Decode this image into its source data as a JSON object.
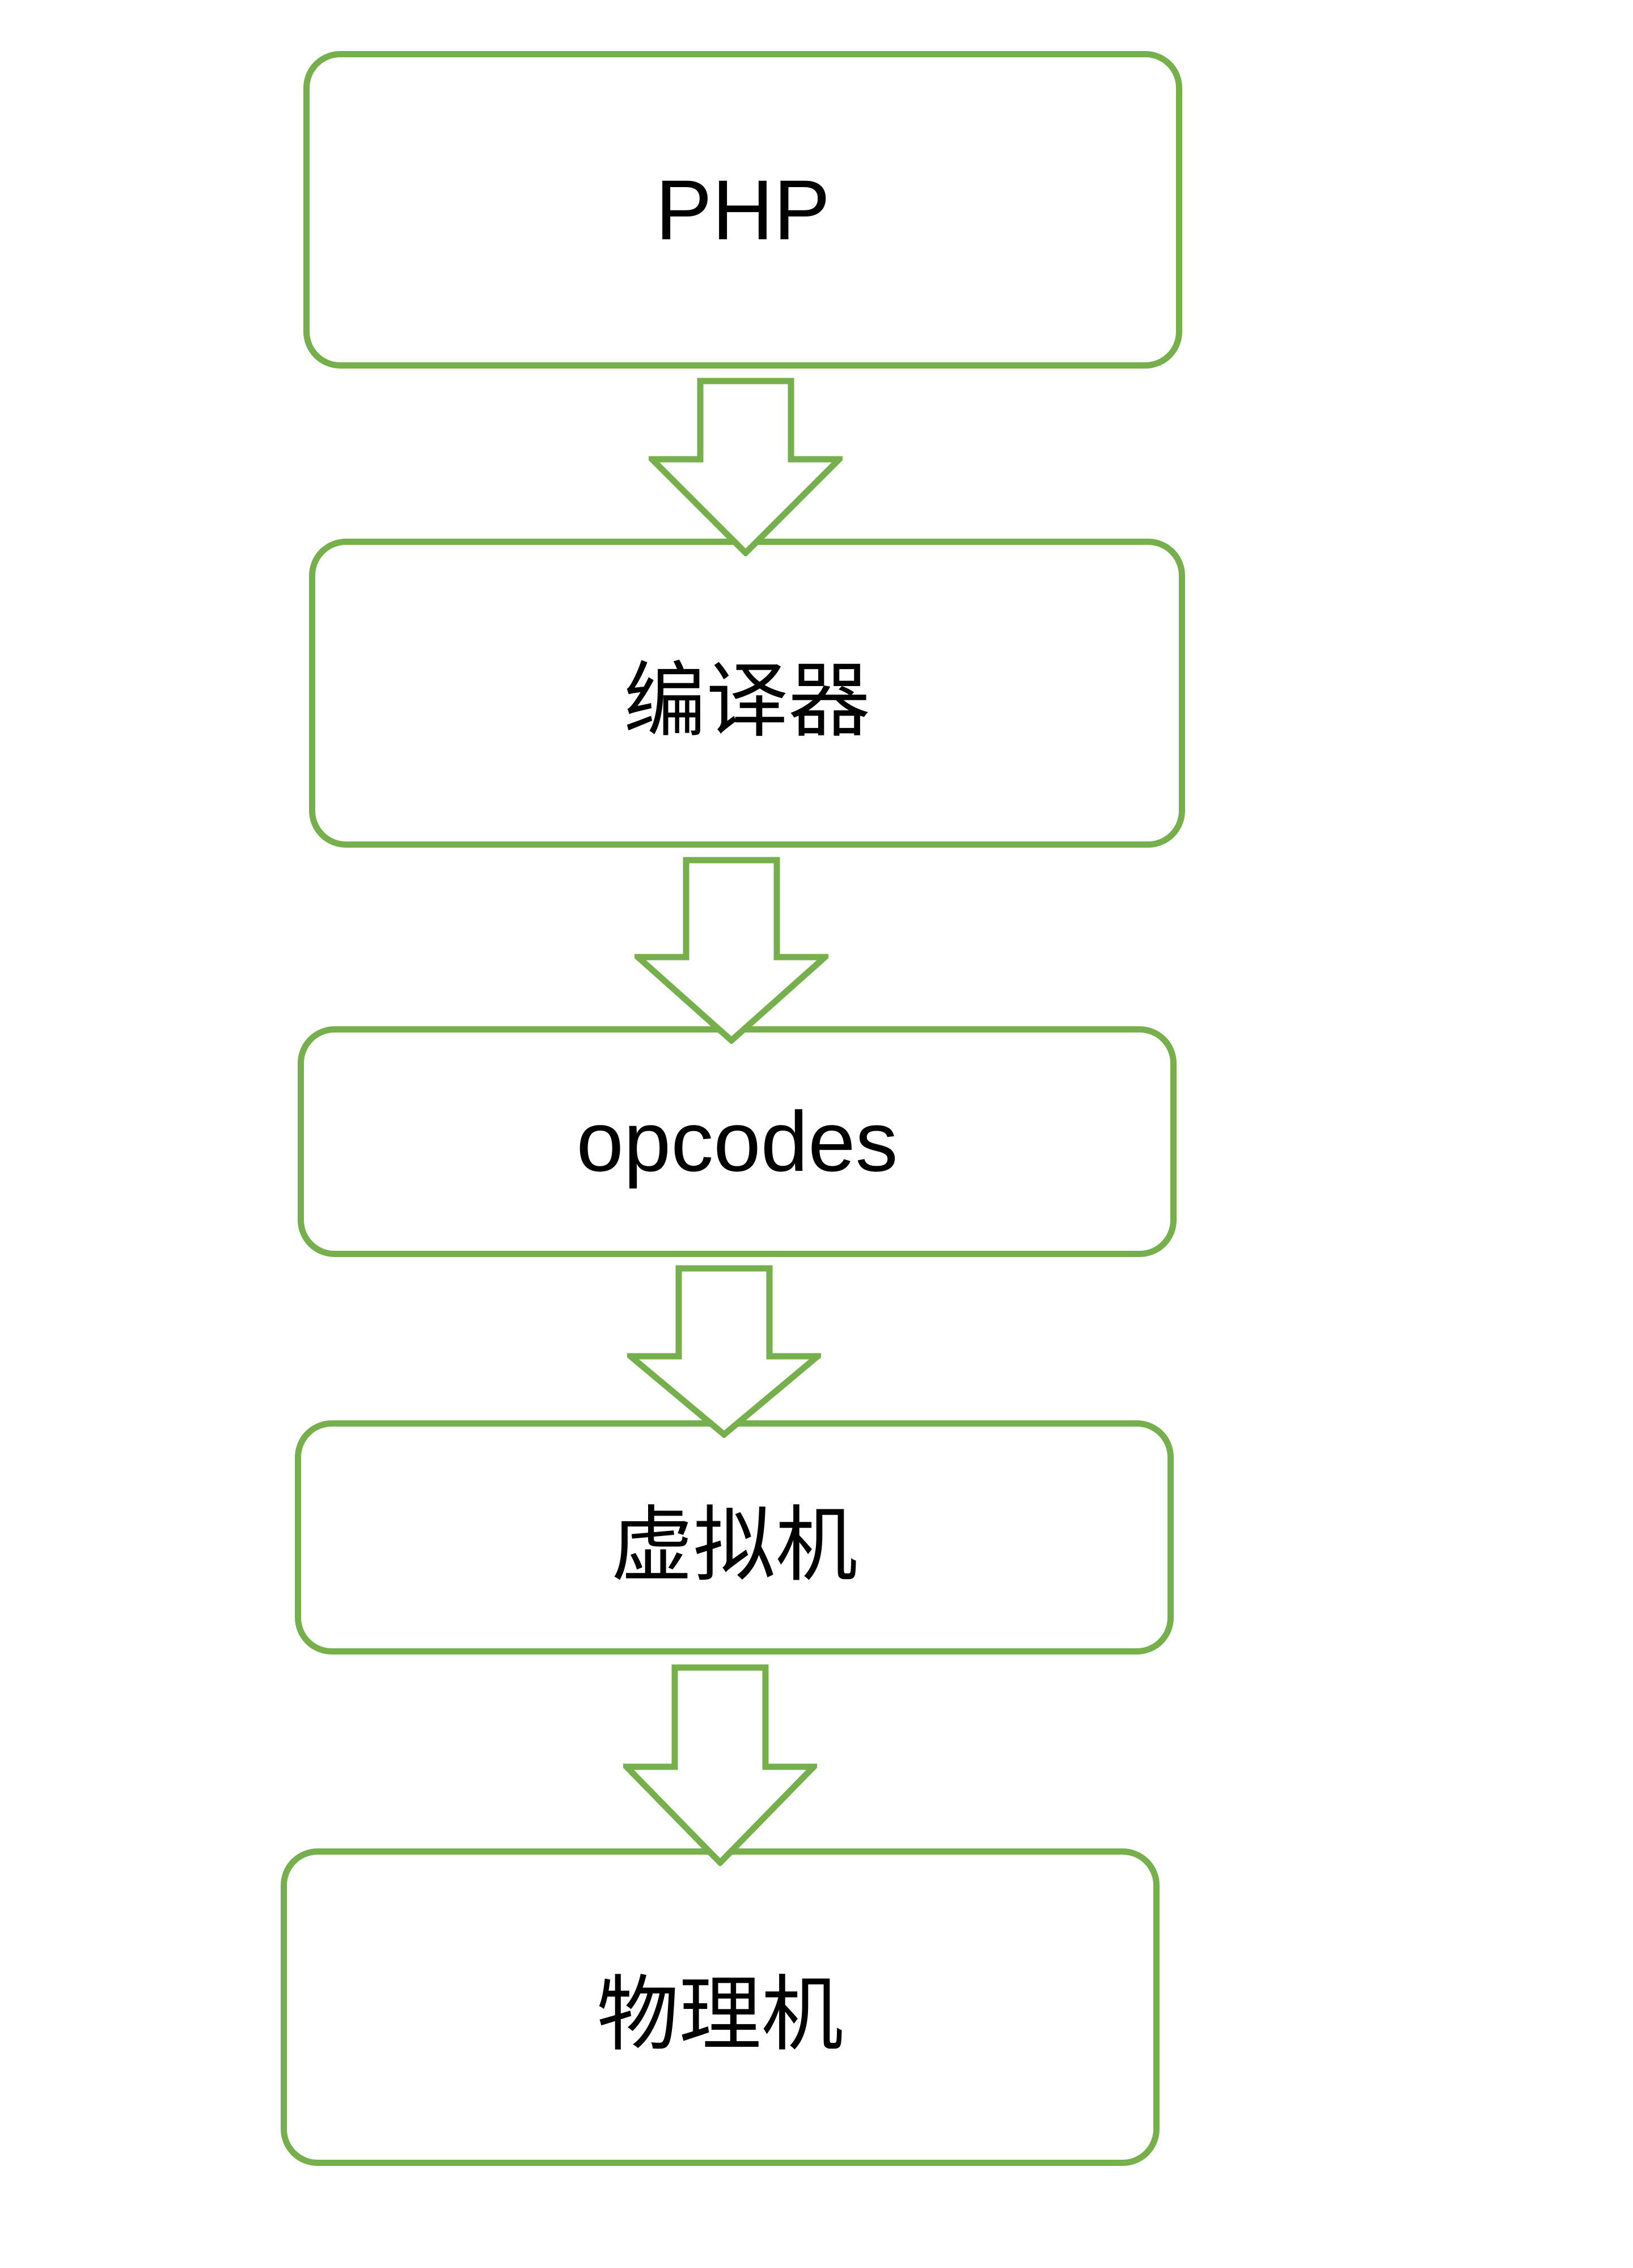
{
  "diagram": {
    "type": "flowchart",
    "direction": "top-to-bottom",
    "nodes": [
      {
        "id": "php",
        "label": "PHP"
      },
      {
        "id": "compiler",
        "label": "编译器"
      },
      {
        "id": "opcodes",
        "label": "opcodes"
      },
      {
        "id": "vm",
        "label": "虚拟机"
      },
      {
        "id": "physical",
        "label": "物理机"
      }
    ],
    "edges": [
      {
        "from": "php",
        "to": "compiler",
        "style": "hollow-block-arrow-down"
      },
      {
        "from": "compiler",
        "to": "opcodes",
        "style": "hollow-block-arrow-down"
      },
      {
        "from": "opcodes",
        "to": "vm",
        "style": "hollow-block-arrow-down"
      },
      {
        "from": "vm",
        "to": "physical",
        "style": "hollow-block-arrow-down"
      }
    ]
  },
  "theme": {
    "accent_green": "#76B04D",
    "node_fill": "#ffffff",
    "text_color": "#000000",
    "background": "#ffffff"
  }
}
